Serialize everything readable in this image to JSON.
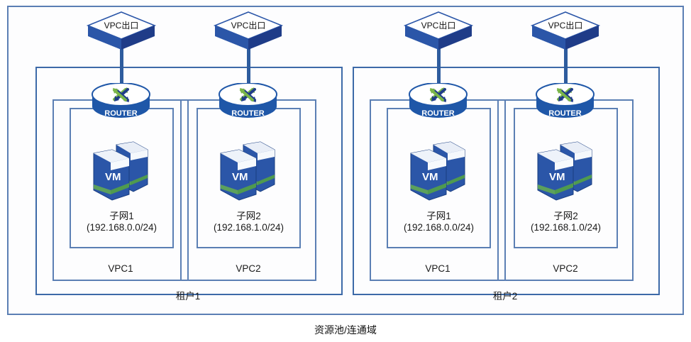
{
  "diagram": {
    "title": "资源池/连通域",
    "tenants": [
      {
        "name": "租户1",
        "vpcs": [
          {
            "name": "VPC1",
            "gateway": "VPC出口",
            "router": "ROUTER",
            "vm": "VM",
            "subnet_name": "子网1",
            "subnet_cidr": "(192.168.0.0/24)"
          },
          {
            "name": "VPC2",
            "gateway": "VPC出口",
            "router": "ROUTER",
            "vm": "VM",
            "subnet_name": "子网2",
            "subnet_cidr": "(192.168.1.0/24)"
          }
        ]
      },
      {
        "name": "租户2",
        "vpcs": [
          {
            "name": "VPC1",
            "gateway": "VPC出口",
            "router": "ROUTER",
            "vm": "VM",
            "subnet_name": "子网1",
            "subnet_cidr": "(192.168.0.0/24)"
          },
          {
            "name": "VPC2",
            "gateway": "VPC出口",
            "router": "ROUTER",
            "vm": "VM",
            "subnet_name": "子网2",
            "subnet_cidr": "(192.168.1.0/24)"
          }
        ]
      }
    ],
    "colors": {
      "frame_blue": "#5B7FB4",
      "tenant_blue": "#3D6AA8",
      "line_blue": "#2E5C9E",
      "icon_blue_dark": "#1F3C88",
      "icon_blue": "#2B56A8",
      "icon_green": "#7AB648",
      "text": "#1a1a1a"
    }
  }
}
